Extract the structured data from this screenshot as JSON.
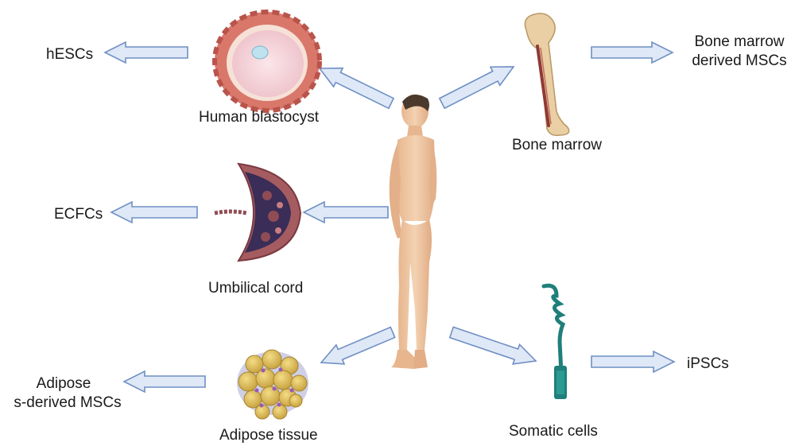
{
  "labels": {
    "hescs": "hESCs",
    "human_blastocyst": "Human blastocyst",
    "bone_marrow": "Bone marrow",
    "bm_msc_line1": "Bone marrow",
    "bm_msc_line2": "derived MSCs",
    "ecfcs": "ECFCs",
    "umbilical_cord": "Umbilical cord",
    "adipose_msc_line1": "Adipose",
    "adipose_msc_line2": "s-derived MSCs",
    "adipose_tissue": "Adipose tissue",
    "somatic_cells": "Somatic cells",
    "ipscs": "iPSCs"
  },
  "colors": {
    "arrow_fill": "#dfe8f6",
    "arrow_stroke": "#6f8fc4",
    "skin": "#f0c9a4",
    "blastocyst_outer": "#d9776b",
    "blastocyst_inner": "#f5d6dc",
    "bone": "#e9cfa3",
    "cord": "#8f4c55",
    "adipose": "#e2c35a",
    "somatic": "#1f7f7a"
  },
  "icons": [
    "human-figure-icon",
    "blastocyst-icon",
    "bone-icon",
    "umbilical-cord-icon",
    "adipose-tissue-icon",
    "somatic-cell-icon"
  ]
}
